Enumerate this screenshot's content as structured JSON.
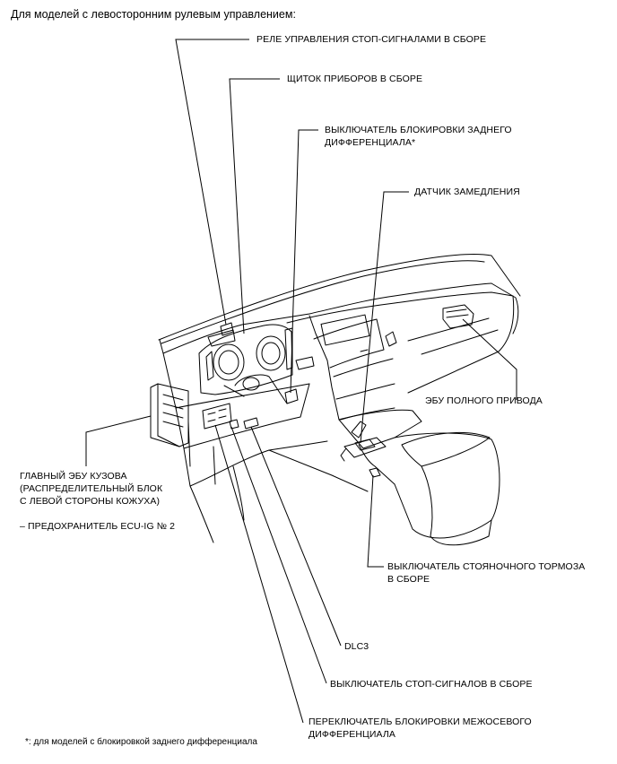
{
  "heading": "Для моделей с левосторонним рулевым управлением:",
  "labels": {
    "stop_relay": "РЕЛЕ УПРАВЛЕНИЯ СТОП-СИГНАЛАМИ В СБОРЕ",
    "cluster": "ЩИТОК ПРИБОРОВ В СБОРЕ",
    "rear_diff_lock_1": "ВЫКЛЮЧАТЕЛЬ БЛОКИРОВКИ ЗАДНЕГО",
    "rear_diff_lock_2": "ДИФФЕРЕНЦИАЛА*",
    "decel_sensor": "ДАТЧИК ЗАМЕДЛЕНИЯ",
    "awd_ecu": "ЭБУ ПОЛНОГО ПРИВОДА",
    "body_ecu_1": "ГЛАВНЫЙ ЭБУ КУЗОВА",
    "body_ecu_2": "(РАСПРЕДЕЛИТЕЛЬНЫЙ БЛОК",
    "body_ecu_3": "С ЛЕВОЙ СТОРОНЫ КОЖУХА)",
    "fuse": "– ПРЕДОХРАНИТЕЛЬ ECU-IG № 2",
    "parking_brake_1": "ВЫКЛЮЧАТЕЛЬ СТОЯНОЧНОГО ТОРМОЗА",
    "parking_brake_2": "В СБОРЕ",
    "dlc3": "DLC3",
    "stop_switch": "ВЫКЛЮЧАТЕЛЬ СТОП-СИГНАЛОВ В СБОРЕ",
    "center_diff_1": "ПЕРЕКЛЮЧАТЕЛЬ БЛОКИРОВКИ МЕЖОСЕВОГО",
    "center_diff_2": "ДИФФЕРЕНЦИАЛА"
  },
  "footnote": "*: для моделей с блокировкой заднего дифференциала"
}
